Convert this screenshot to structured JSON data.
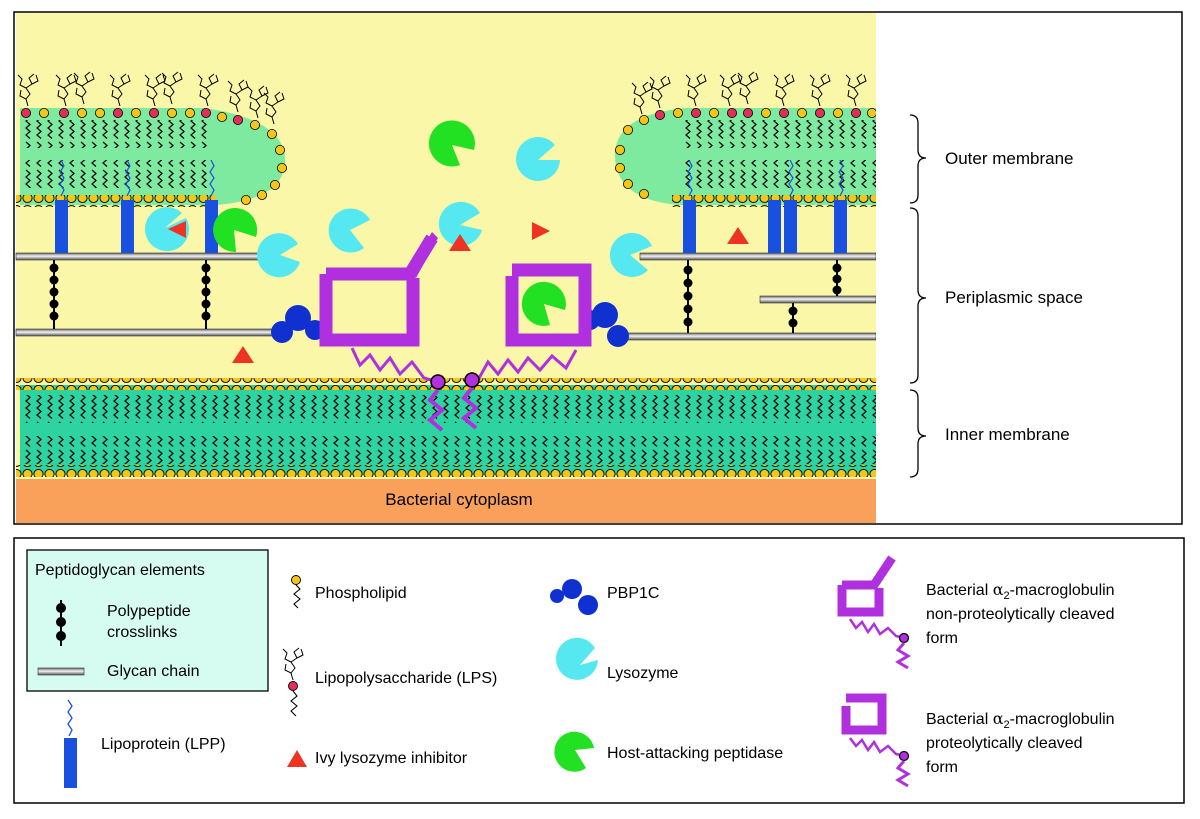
{
  "regions": {
    "outer_membrane": "Outer membrane",
    "periplasmic_space": "Periplasmic space",
    "inner_membrane": "Inner membrane",
    "cytoplasm": "Bacterial cytoplasm"
  },
  "legend": {
    "pg_title": "Peptidoglycan elements",
    "crosslink_line1": "Polypeptide",
    "crosslink_line2": "crosslinks",
    "glycan": "Glycan chain",
    "lpp": "Lipoprotein (LPP)",
    "phospholipid": "Phospholipid",
    "lps": "Lipopolysaccharide (LPS)",
    "ivy": "Ivy lysozyme inhibitor",
    "pbp1c": "PBP1C",
    "lysozyme": "Lysozyme",
    "peptidase": "Host-attacking peptidase",
    "a2m_line1": "Bacterial α2-macroglobulin",
    "a2m_nc_line2": "non-proteolytically cleaved",
    "a2m_c_line2": "proteolytically cleaved",
    "a2m_line3": "form"
  },
  "colors": {
    "periplasm": "#fbf7a8",
    "cytoplasm": "#f9a05a",
    "outer_membrane": "#7deaa0",
    "inner_membrane": "#2dd3a0",
    "lipid_head": "#f5c518",
    "lps_head": "#e0305a",
    "lpp": "#1a50e0",
    "pbp1c": "#1030d0",
    "lysozyme": "#55e8f0",
    "peptidase": "#22e022",
    "ivy": "#ee3322",
    "a2m": "#b030e0",
    "legend_box": "#d6fbf0"
  }
}
